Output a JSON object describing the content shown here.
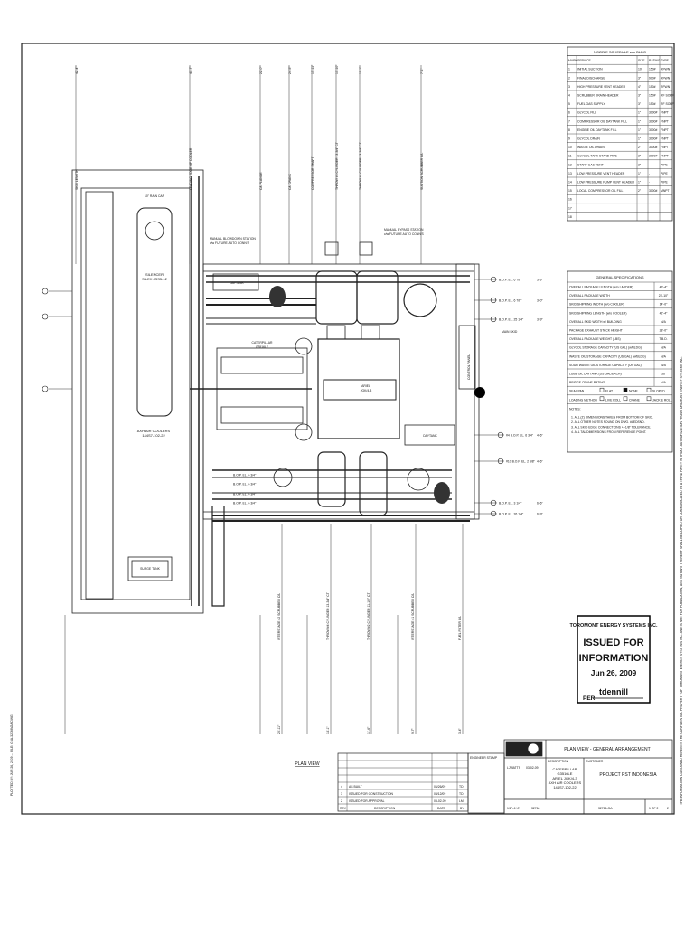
{
  "nozzle_schedule": {
    "title": "NOZZLE SCHEDULE w/o BLDG",
    "headers": [
      "MARK",
      "SERVICE",
      "SIZE",
      "RATING",
      "TYPE"
    ],
    "rows": [
      [
        "1",
        "INITIAL SUCTION",
        "10\"",
        "150#",
        "RFWN"
      ],
      [
        "2",
        "FINAL DISCHARGE",
        "3\"",
        "900#",
        "RFWN"
      ],
      [
        "3",
        "HIGH PRESSURE VENT HEADER",
        "4\"",
        "150#",
        "RFWN"
      ],
      [
        "4",
        "SCRUBBER DRAIN HEADER",
        "3\"",
        "150#",
        "RF SORF"
      ],
      [
        "5",
        "FUEL GAS SUPPLY",
        "3\"",
        "150#",
        "RF SORF"
      ],
      [
        "6",
        "GLYCOL FILL",
        "1\"",
        "3000#",
        "FNPT"
      ],
      [
        "7",
        "COMPRESSOR OIL DAYTANK FILL",
        "1\"",
        "3000#",
        "FNPT"
      ],
      [
        "8",
        "ENGINE OIL DAYTANK FILL",
        "1\"",
        "3000#",
        "FNPT"
      ],
      [
        "9",
        "GLYCOL DRAIN",
        "1\"",
        "3000#",
        "FNPT"
      ],
      [
        "10",
        "WASTE OIL DRAIN",
        "2\"",
        "3000#",
        "FNPT"
      ],
      [
        "11",
        "GLYCOL TANK STAND PIPE",
        "3\"",
        "3000#",
        "FNPT"
      ],
      [
        "12",
        "START GAS VENT",
        "3\"",
        "-",
        "PIPE"
      ],
      [
        "13",
        "LOW PRESSURE VENT HEADER",
        "1\"",
        "-",
        "PIPE"
      ],
      [
        "14",
        "LOW PRESSURE PUMP VENT HEADER",
        "1\"",
        "-",
        "PIPE"
      ],
      [
        "15",
        "LOCAL COMPRESSOR OIL FILL",
        "2\"",
        "3000#",
        "MNPT"
      ],
      [
        "16",
        "",
        "",
        "",
        ""
      ],
      [
        "17",
        "",
        "",
        "",
        ""
      ],
      [
        "18",
        "",
        "",
        "",
        ""
      ]
    ]
  },
  "general_specs": {
    "title": "GENERAL SPECIFICATIONS",
    "rows": [
      [
        "OVERALL PACKAGE LENGTH (w/o LADDER)",
        "43'-4\""
      ],
      [
        "OVERALL PACKAGE WIDTH",
        "23'-10\""
      ],
      [
        "SKID SHIPPING WIDTH (w/o COOLER)",
        "14'-0\""
      ],
      [
        "SKID SHIPPING LENGTH (w/o COOLER)",
        "42'-4\""
      ],
      [
        "OVERALL SKID WIDTH w/ BUILDING",
        "N/A"
      ],
      [
        "PACKAGE EXHAUST STACK HEIGHT",
        "28'-0\""
      ],
      [
        "OVERALL PACKAGE WEIGHT (LBS)",
        "T.B.D."
      ],
      [
        "GLYCOL STORAGE CAPACITY (US GAL) (w/BLDG)",
        "N/A"
      ],
      [
        "WASTE OIL STORAGE CAPACITY (US GAL) (w/BLDG)",
        "N/A"
      ],
      [
        "SOUR WASTE OIL STORAGE CAPACITY (US GAL)",
        "N/A"
      ],
      [
        "LUBE OIL DAYTANK (US GAL/EACH)",
        "56"
      ],
      [
        "BRIDGE CRANE RATING",
        "N/A"
      ]
    ],
    "seal_pan_label": "SEAL PAN",
    "seal_pan_options": [
      "FLAT",
      "NONE",
      "SLOPED"
    ],
    "loading_label": "LOADING METHOD",
    "loading_options": [
      "LIVE ROLL",
      "CRANE",
      "JACK & ROLL"
    ],
    "notes_title": "NOTES:",
    "notes": [
      "1. ALL (Z) DIMENSIONS TAKEN FROM BOTTOM OF SKID.",
      "2. ALL OTHER NOTES FOUND ON DWG. #LEDSND.",
      "3. ALL SKID EDGE CONNECTIONS +/-1/8\" TOLERANCE.",
      "4. ALL TAL DIMENSIONS FROM REFERENCE POINT."
    ]
  },
  "stamp": {
    "company": "TOROMONT ENERGY SYSTEMS INC.",
    "line1": "ISSUED FOR",
    "line2": "INFORMATION",
    "date": "Jun 26, 2009",
    "per_label": "PER",
    "per_name": "tdennill"
  },
  "plan_title": "PLAN VIEW",
  "labels": {
    "silencer": "SILENCER\nSILEX JSS5-12",
    "rain_cap": "10\" RAIN CAP",
    "air_coolers": "AXH AIR COOLERS\n144S7-102-22",
    "surge_tank": "SURGE TANK",
    "daytank1": "DAYTANK",
    "daytank2": "DAYTANK",
    "engine": "CATERPILLAR\nG3516LE",
    "compressor": "ARIEL\nJGK/4-3",
    "manual_blowdown": "MANUAL BLOWDOWN STATION\nc/w FUTURE AUTO CONN'S",
    "manual_bypass": "MANUAL BYPASS STATION\nc/w FUTURE AUTO CONN'S",
    "main_skid": "MAIN SKID",
    "control_panel": "CONTROL PANEL"
  },
  "top_dims": [
    {
      "label": "SKID LENGTH",
      "value": "42'-4\""
    },
    {
      "label": "LEADING EDGE OF COOLER",
      "value": "40'-7\""
    },
    {
      "label": "C/L FLANGE",
      "value": "22'-0\""
    },
    {
      "label": "C/L CRANK",
      "value": "24'-5\""
    },
    {
      "label": "COMPRESSOR SHAFT",
      "value": "15'-11\""
    },
    {
      "label": "THROW #3 CYLINDER 13-3/4\" CT",
      "value": "13'-10\""
    },
    {
      "label": "THROW #1 CYLINDER 13-3/4\" CT",
      "value": "11'-1\""
    },
    {
      "label": "SUCTION SCRUBBER C/L",
      "value": "7'-1\""
    }
  ],
  "bottom_dims": [
    {
      "label": "INTERSTAGE #2 SCRUBBER C/L",
      "value": "28'-11\""
    },
    {
      "label": "THROW #4 CYLINDER 13-3/4\" CT",
      "value": "14'-1\""
    },
    {
      "label": "THROW #2 CYLINDER 11-1/2\" CT",
      "value": "11'-6\""
    },
    {
      "label": "INTERSTAGE #1 SCRUBBER C/L",
      "value": "9'-7\""
    },
    {
      "label": "FUEL FILTER C/L",
      "value": "3'-4\""
    }
  ],
  "right_callouts": [
    "B.O.P. EL. 6 7/8\"",
    "B.O.P. EL. 6 7/8\"",
    "B.O.P. EL. 25 1/4\"",
    "#4 B.O.P. EL. 6 3/4\"",
    "#10 B.O.P. EL. 2 5/8\"",
    "B.O.P. EL. 3 1/4\"",
    "B.O.P. EL. 26 1/4\""
  ],
  "right_dims": [
    "3'-9\"",
    "3'-0\"",
    "3'-9\"",
    "4'-6\"",
    "4'-6\"",
    "6'-6\"",
    "6'-9\""
  ],
  "left_callouts": [
    "B.O.P. EL. 6 3/4\"",
    "B.O.P. EL. 6 3/4\"",
    "B.O.P. EL. 6 3/4\"",
    "B.O.P. EL. 6 3/4\""
  ],
  "revisions": {
    "headers": [
      "REV",
      "DESCRIPTION",
      "DATE",
      "BY"
    ],
    "rows": [
      [
        "4",
        "AS BUILT",
        "06/26/09",
        "TD"
      ],
      [
        "3",
        "ISSUED FOR CONSTRUCTION",
        "03/12/09",
        "TD"
      ],
      [
        "2",
        "ISSUED FOR APPROVAL",
        "03-02-09",
        "LM"
      ]
    ],
    "engineer_stamp": "ENGINEER STAMP"
  },
  "title_block": {
    "title": "PLAN VIEW - GENERAL ARRANGEMENT",
    "client_label": "CUSTOMER",
    "client": "PROJECT PST INDONESIA",
    "desc_label": "DESCRIPTION",
    "description": "CATERPILLAR\nG3516LE\nARIEL JGK/4-3\nAXH AIR COOLERS\n144S7-102-22",
    "drawn_by": "LJWATTS",
    "date": "03-02-09",
    "scale": "1/2\"=1'-0\"",
    "job": "32766",
    "dwg_no": "32766-GA",
    "sheet": "1 OF 2",
    "rev": "2"
  },
  "side_strip": "THE INFORMATION CONTAINED HEREIN IS THE CONFIDENTIAL PROPERTY OF TOROMONT ENERGY SYSTEMS INC. AND IS NOT FOR PUBLICATION, AND NO PART THEREOF SHALL BE COPIED OR COMMUNICATED TO A THIRD PARTY WITHOUT AUTHORIZATION FROM TOROMONT ENERGY SYSTEMS INC.",
  "plot_info": "PLOTTED BY: JUN 26, 2009 ... FILE: G:\\A-32766\\GA.DWG"
}
